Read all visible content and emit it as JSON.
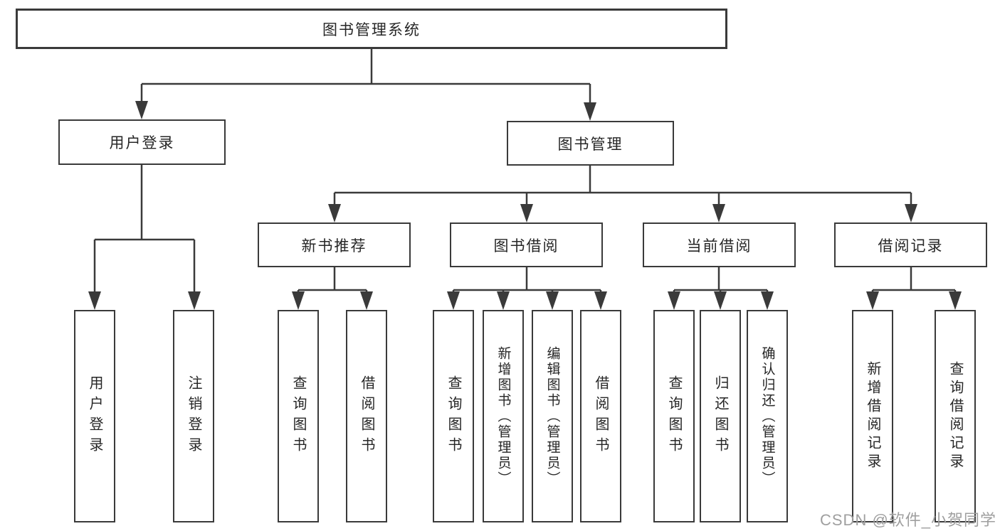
{
  "diagram": {
    "root": "图书管理系统",
    "level2": [
      {
        "label": "用户登录",
        "children": [
          "用户登录",
          "注销登录"
        ]
      },
      {
        "label": "图书管理",
        "modules": [
          {
            "label": "新书推荐",
            "children": [
              "查询图书",
              "借阅图书"
            ]
          },
          {
            "label": "图书借阅",
            "children": [
              "查询图书",
              "新增图书（管理员）",
              "编辑图书（管理员）",
              "借阅图书"
            ]
          },
          {
            "label": "当前借阅",
            "children": [
              "查询图书",
              "归还图书",
              "确认归还（管理员）"
            ]
          },
          {
            "label": "借阅记录",
            "children": [
              "新增借阅记录",
              "查询借阅记录"
            ]
          }
        ]
      }
    ]
  },
  "colors": {
    "line": "#3a3a3a",
    "text": "#262626",
    "watermark": "#9f9f9f"
  },
  "watermark": "CSDN @软件_小贺同学"
}
